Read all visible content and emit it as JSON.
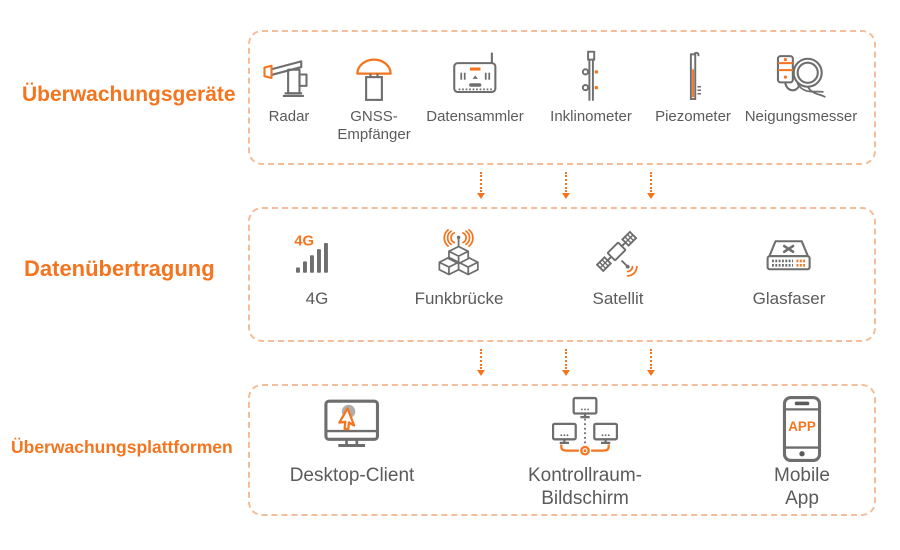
{
  "colors": {
    "accent": "#f4751f",
    "box_border": "#f3bd9a",
    "icon_gray": "#6e6e6e",
    "label_gray": "#5b5b5b"
  },
  "rows": [
    {
      "label": "Überwachungsgeräte",
      "items": [
        {
          "label": "Radar"
        },
        {
          "label": "GNSS-Empfänger"
        },
        {
          "label": "Datensammler"
        },
        {
          "label": "Inklinometer"
        },
        {
          "label": "Piezometer"
        },
        {
          "label": "Neigungsmesser"
        }
      ]
    },
    {
      "label": "Datenübertragung",
      "items": [
        {
          "label": "4G"
        },
        {
          "label": "Funkbrücke"
        },
        {
          "label": "Satellit"
        },
        {
          "label": "Glasfaser"
        }
      ]
    },
    {
      "label": "Überwachungsplattformen",
      "items": [
        {
          "label": "Desktop-Client"
        },
        {
          "label": "Kontrollraum-Bildschirm"
        },
        {
          "label": "Mobile App"
        }
      ]
    }
  ],
  "icons": {
    "signal_text": "4G",
    "app_text": "APP"
  }
}
